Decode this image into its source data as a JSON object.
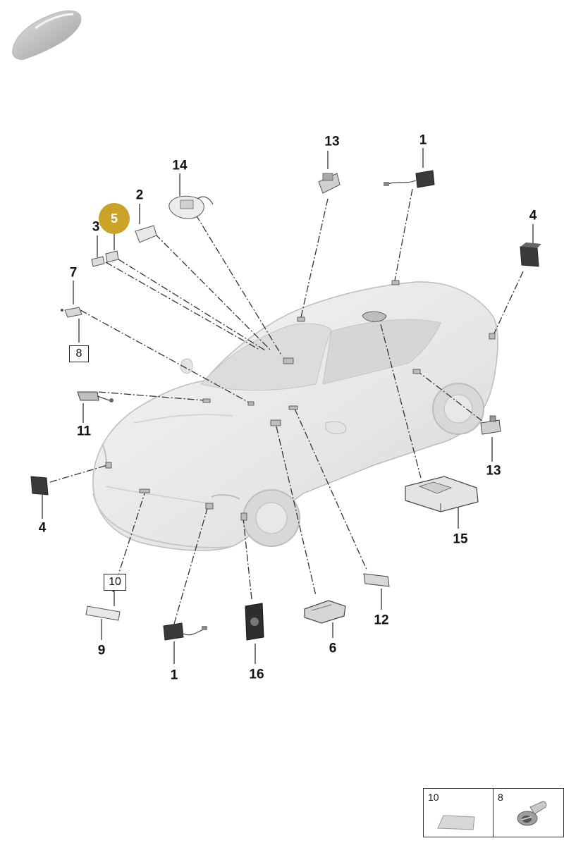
{
  "diagram": {
    "callouts": [
      {
        "id": "c13-top",
        "label": "13"
      },
      {
        "id": "c1-top",
        "label": "1"
      },
      {
        "id": "c14",
        "label": "14"
      },
      {
        "id": "c2",
        "label": "2"
      },
      {
        "id": "c3",
        "label": "3"
      },
      {
        "id": "c4-right",
        "label": "4"
      },
      {
        "id": "c7",
        "label": "7"
      },
      {
        "id": "c11",
        "label": "11"
      },
      {
        "id": "c13-right",
        "label": "13"
      },
      {
        "id": "c15",
        "label": "15"
      },
      {
        "id": "c4-left",
        "label": "4"
      },
      {
        "id": "c12",
        "label": "12"
      },
      {
        "id": "c9",
        "label": "9"
      },
      {
        "id": "c6",
        "label": "6"
      },
      {
        "id": "c1-bottom",
        "label": "1"
      },
      {
        "id": "c16",
        "label": "16"
      }
    ],
    "boxed_callouts": [
      {
        "id": "b8",
        "label": "8"
      },
      {
        "id": "b10",
        "label": "10"
      }
    ],
    "highlighted_callout": {
      "label": "5",
      "color": "#c9a227"
    }
  },
  "legend": {
    "cells": [
      {
        "label": "10",
        "icon": "adhesive-pad-icon"
      },
      {
        "label": "8",
        "icon": "screw-icon"
      }
    ]
  }
}
